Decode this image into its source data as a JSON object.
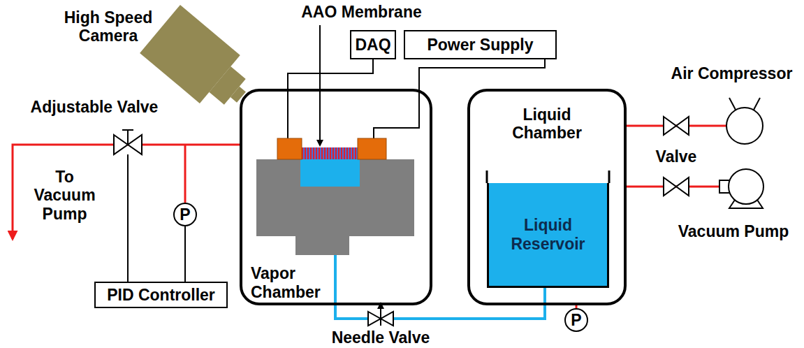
{
  "diagram": {
    "nodes": [
      {
        "text": [
          "DAQ"
        ]
      },
      {
        "text": [
          "Power Supply"
        ]
      },
      {
        "text": [
          "Vapor Chamber"
        ]
      },
      {
        "text": [
          "Liquid Chamber"
        ]
      },
      {
        "text": [
          "Liquid Reservoir"
        ],
        "in": 3
      },
      {
        "text": [
          "PID Controller"
        ]
      },
      {
        "text": [
          "P"
        ]
      },
      {
        "text": [
          "P"
        ]
      }
    ],
    "edges": [
      {
        "from": 0,
        "to": 2,
        "arrow": "none"
      },
      {
        "from": 1,
        "to": 2,
        "arrow": "none"
      },
      {
        "from": 6,
        "to": 5,
        "arrow": "none"
      },
      {
        "from": 3,
        "to": 7,
        "arrow": "none"
      },
      {
        "from": 4,
        "to": 2,
        "arrow": "none"
      }
    ],
    "labels": [
      "High Speed Camera",
      "AAO Membrane",
      "Adjustable Valve",
      "To Vacuum Pump",
      "Air Compressor",
      "Valve",
      "Vacuum Pump",
      "Needle Valve"
    ]
  }
}
